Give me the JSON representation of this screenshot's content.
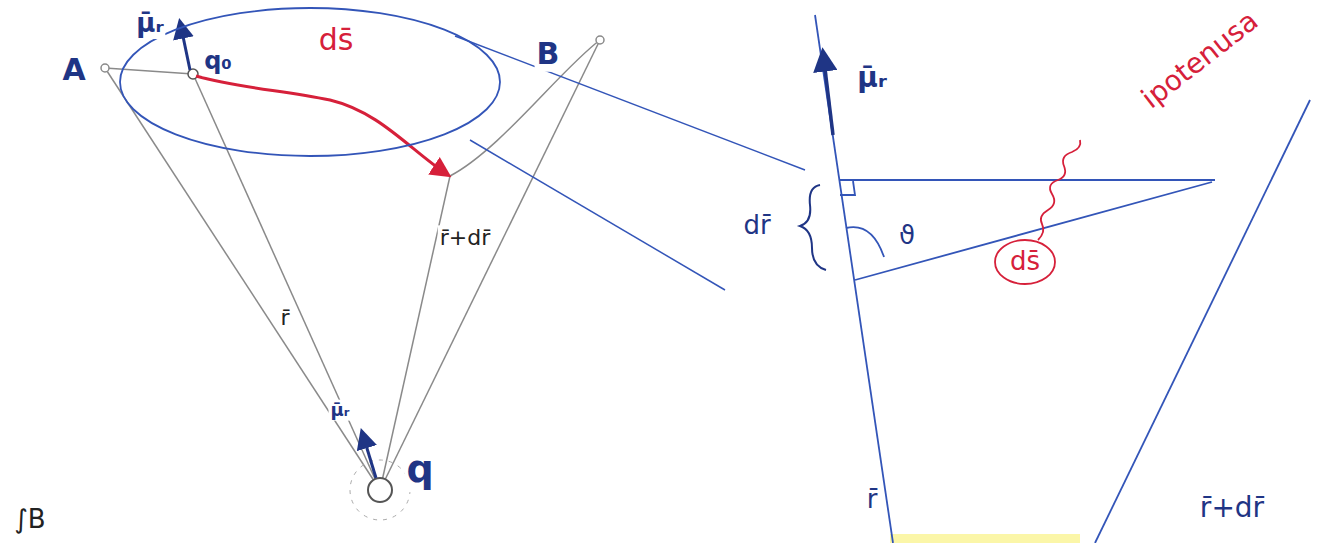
{
  "diagram": {
    "labels": [
      "μ̄ᵣ",
      "q₀",
      "ds̄",
      "A",
      "B",
      "r̄",
      "r̄+dr̄",
      "μ̄ᵣ",
      "q",
      "∫B",
      "μ̄ᵣ",
      "ipotenusa",
      "dr̄",
      "ϑ",
      "ds̄",
      "r̄",
      "r̄+dr̄"
    ]
  }
}
